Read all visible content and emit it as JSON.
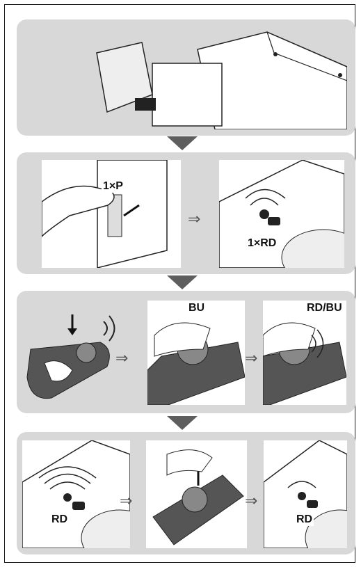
{
  "steps": [
    {
      "id": "open-cover"
    },
    {
      "id": "press-program-button",
      "label_press": "1×P",
      "label_light": "1×RD"
    },
    {
      "id": "press-remote-button",
      "label_blue": "BU",
      "label_flash": "RD/BU"
    },
    {
      "id": "release-button",
      "label_red_1": "RD",
      "label_red_2": "RD"
    }
  ],
  "arrow_glyph": "⇒",
  "colors": {
    "panel": "#d8d8d8",
    "separator": "#5e5e5e",
    "drawing": "#ffffff",
    "ink": "#111111"
  }
}
